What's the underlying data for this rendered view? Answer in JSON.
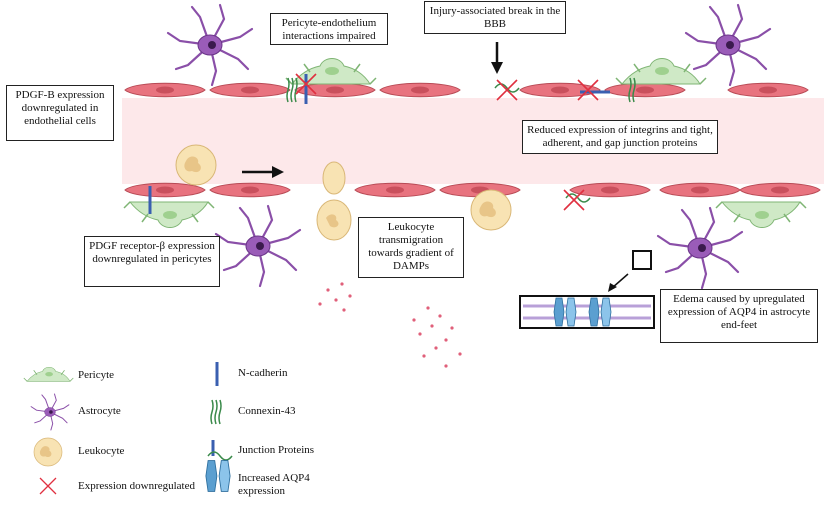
{
  "callouts": {
    "pericyte_endothelium": "Pericyte-endothelium interactions impaired",
    "injury_break": "Injury-associated break in the BBB",
    "pdgfb": "PDGF-B expression downregulated in endothelial cells",
    "integrins": "Reduced expression of integrins and tight, adherent, and gap junction proteins",
    "pdgfr": "PDGF receptor-β expression downregulated in pericytes",
    "leukocyte_transmigration": "Leukocyte transmigration towards gradient of DAMPs",
    "edema": "Edema caused by upregulated expression of AQP4 in astrocyte end-feet"
  },
  "legend": {
    "pericyte": "Pericyte",
    "astrocyte": "Astrocyte",
    "leukocyte": "Leukocyte",
    "expression_downregulated": "Expression downregulated",
    "n_cadherin": "N-cadherin",
    "connexin43": "Connexin-43",
    "junction_proteins": "Junction Proteins",
    "aqp4_line1": "Increased AQP4",
    "aqp4_line2": "expression"
  },
  "colors": {
    "vessel_lumen": "#fde8ea",
    "endothelial_cell": "#e8737f",
    "pericyte": "#cfe9c6",
    "astrocyte": "#8a4fa8",
    "leukocyte": "#f8e3b3",
    "damp": "#e0607a",
    "red_x": "#e03040",
    "n_cadherin": "#3a5fb0",
    "connexin": "#3a8a4a",
    "aqp4": "#6aaed6"
  }
}
